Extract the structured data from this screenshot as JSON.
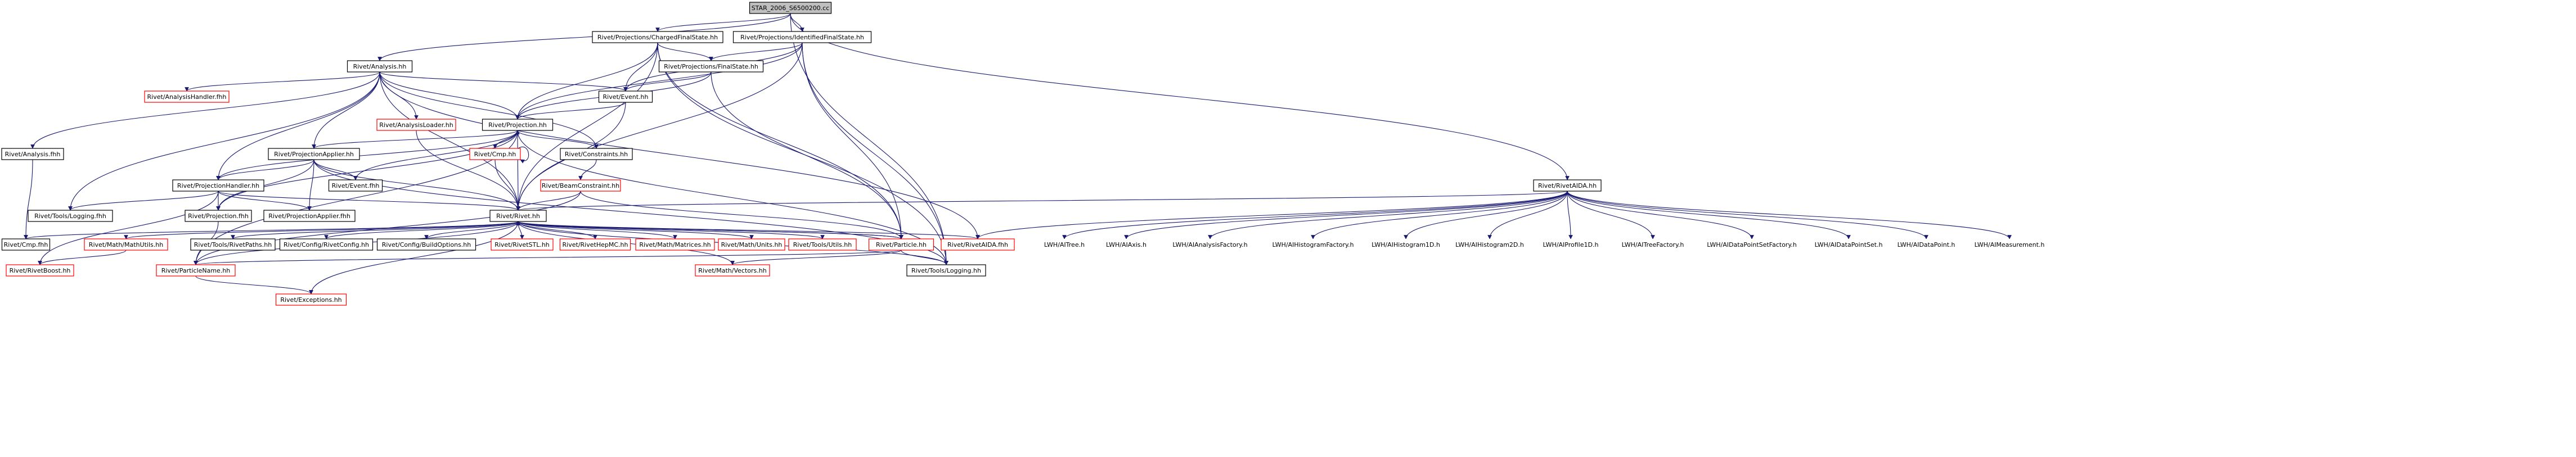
{
  "diagram": {
    "type": "include-dependency-graph",
    "colors": {
      "root_fill": "#bfbfbf",
      "node_fill": "#ffffff",
      "documented_border": "#000000",
      "undocumented_border": "#ff0000",
      "edge": "#191970"
    },
    "nodes": [
      {
        "id": "root",
        "label": "STAR_2006_S6500200.cc",
        "style": "root"
      },
      {
        "id": "chargedfs",
        "label": "Rivet/Projections/ChargedFinalState.hh",
        "style": "black"
      },
      {
        "id": "identifiedfs",
        "label": "Rivet/Projections/IdentifiedFinalState.hh",
        "style": "black"
      },
      {
        "id": "analysis",
        "label": "Rivet/Analysis.hh",
        "style": "black"
      },
      {
        "id": "finalstate",
        "label": "Rivet/Projections/FinalState.hh",
        "style": "black"
      },
      {
        "id": "event",
        "label": "Rivet/Event.hh",
        "style": "black"
      },
      {
        "id": "analysisfhh",
        "label": "Rivet/Analysis.fhh",
        "style": "black"
      },
      {
        "id": "analysishandlerfhh",
        "label": "Rivet/AnalysisHandler.fhh",
        "style": "red"
      },
      {
        "id": "analysisloader",
        "label": "Rivet/AnalysisLoader.hh",
        "style": "red"
      },
      {
        "id": "projection",
        "label": "Rivet/Projection.hh",
        "style": "black"
      },
      {
        "id": "rivetaida",
        "label": "Rivet/RivetAIDA.hh",
        "style": "black"
      },
      {
        "id": "projapplier",
        "label": "Rivet/ProjectionApplier.hh",
        "style": "black"
      },
      {
        "id": "cmphh",
        "label": "Rivet/Cmp.hh",
        "style": "red"
      },
      {
        "id": "constraints",
        "label": "Rivet/Constraints.hh",
        "style": "black"
      },
      {
        "id": "projhandler",
        "label": "Rivet/ProjectionHandler.hh",
        "style": "black"
      },
      {
        "id": "eventfhh",
        "label": "Rivet/Event.fhh",
        "style": "black"
      },
      {
        "id": "beamconstraint",
        "label": "Rivet/BeamConstraint.hh",
        "style": "red"
      },
      {
        "id": "toolsloggingfhh",
        "label": "Rivet/Tools/Logging.fhh",
        "style": "black"
      },
      {
        "id": "projectionfhh",
        "label": "Rivet/Projection.fhh",
        "style": "black"
      },
      {
        "id": "projapplierfhh",
        "label": "Rivet/ProjectionApplier.fhh",
        "style": "black"
      },
      {
        "id": "rivethh",
        "label": "Rivet/Rivet.hh",
        "style": "black"
      },
      {
        "id": "cmpfhh",
        "label": "Rivet/Cmp.fhh",
        "style": "black"
      },
      {
        "id": "mathutils",
        "label": "Rivet/Math/MathUtils.hh",
        "style": "red"
      },
      {
        "id": "rivetpaths",
        "label": "Rivet/Tools/RivetPaths.hh",
        "style": "black"
      },
      {
        "id": "configrivet",
        "label": "Rivet/Config/RivetConfig.hh",
        "style": "black"
      },
      {
        "id": "configbuild",
        "label": "Rivet/Config/BuildOptions.hh",
        "style": "black"
      },
      {
        "id": "rivetstl",
        "label": "Rivet/RivetSTL.hh",
        "style": "red"
      },
      {
        "id": "rivethepmc",
        "label": "Rivet/RivetHepMC.hh",
        "style": "red"
      },
      {
        "id": "mathmatrices",
        "label": "Rivet/Math/Matrices.hh",
        "style": "red"
      },
      {
        "id": "mathunits",
        "label": "Rivet/Math/Units.hh",
        "style": "red"
      },
      {
        "id": "toolsutils",
        "label": "Rivet/Tools/Utils.hh",
        "style": "red"
      },
      {
        "id": "particle",
        "label": "Rivet/Particle.hh",
        "style": "red"
      },
      {
        "id": "rivetaidafhh",
        "label": "Rivet/RivetAIDA.fhh",
        "style": "red"
      },
      {
        "id": "rivetboost",
        "label": "Rivet/RivetBoost.hh",
        "style": "red"
      },
      {
        "id": "particlename",
        "label": "Rivet/ParticleName.hh",
        "style": "red"
      },
      {
        "id": "mathvectors",
        "label": "Rivet/Math/Vectors.hh",
        "style": "red"
      },
      {
        "id": "toolslogginghh",
        "label": "Rivet/Tools/Logging.hh",
        "style": "black"
      },
      {
        "id": "exceptions",
        "label": "Rivet/Exceptions.hh",
        "style": "red"
      },
      {
        "id": "itree",
        "label": "LWH/AITree.h",
        "style": "plain"
      },
      {
        "id": "iaxis",
        "label": "LWH/AIAxis.h",
        "style": "plain"
      },
      {
        "id": "ianalysisfactory",
        "label": "LWH/AIAnalysisFactory.h",
        "style": "plain"
      },
      {
        "id": "ihistfactory",
        "label": "LWH/AIHistogramFactory.h",
        "style": "plain"
      },
      {
        "id": "ihist1d",
        "label": "LWH/AIHistogram1D.h",
        "style": "plain"
      },
      {
        "id": "ihist2d",
        "label": "LWH/AIHistogram2D.h",
        "style": "plain"
      },
      {
        "id": "iprofile1d",
        "label": "LWH/AIProfile1D.h",
        "style": "plain"
      },
      {
        "id": "itreefactory",
        "label": "LWH/AITreeFactory.h",
        "style": "plain"
      },
      {
        "id": "idpsfactory",
        "label": "LWH/AIDataPointSetFactory.h",
        "style": "plain"
      },
      {
        "id": "idpset",
        "label": "LWH/AIDataPointSet.h",
        "style": "plain"
      },
      {
        "id": "idatapoint",
        "label": "LWH/AIDataPoint.h",
        "style": "plain"
      },
      {
        "id": "imeasurement",
        "label": "LWH/AIMeasurement.h",
        "style": "plain"
      }
    ],
    "edges": [
      [
        "root",
        "analysis"
      ],
      [
        "root",
        "chargedfs"
      ],
      [
        "root",
        "identifiedfs"
      ],
      [
        "root",
        "rivetaida"
      ],
      [
        "root",
        "toolslogginghh"
      ],
      [
        "chargedfs",
        "finalstate"
      ],
      [
        "chargedfs",
        "event"
      ],
      [
        "chargedfs",
        "projection"
      ],
      [
        "chargedfs",
        "rivethh"
      ],
      [
        "chargedfs",
        "particle"
      ],
      [
        "chargedfs",
        "toolslogginghh"
      ],
      [
        "identifiedfs",
        "finalstate"
      ],
      [
        "identifiedfs",
        "event"
      ],
      [
        "identifiedfs",
        "projection"
      ],
      [
        "identifiedfs",
        "rivethh"
      ],
      [
        "identifiedfs",
        "particle"
      ],
      [
        "identifiedfs",
        "toolslogginghh"
      ],
      [
        "finalstate",
        "event"
      ],
      [
        "finalstate",
        "projection"
      ],
      [
        "finalstate",
        "particle"
      ],
      [
        "analysis",
        "analysisfhh"
      ],
      [
        "analysis",
        "analysishandlerfhh"
      ],
      [
        "analysis",
        "analysisloader"
      ],
      [
        "analysis",
        "event"
      ],
      [
        "analysis",
        "projection"
      ],
      [
        "analysis",
        "projapplier"
      ],
      [
        "analysis",
        "projhandler"
      ],
      [
        "analysis",
        "constraints"
      ],
      [
        "analysis",
        "rivethh"
      ],
      [
        "analysis",
        "rivetaidafhh"
      ],
      [
        "analysis",
        "toolsloggingfhh"
      ],
      [
        "analysisfhh",
        "cmpfhh"
      ],
      [
        "analysisloader",
        "rivethh"
      ],
      [
        "event",
        "projection"
      ],
      [
        "event",
        "rivethh"
      ],
      [
        "projection",
        "projapplier"
      ],
      [
        "projection",
        "projhandler"
      ],
      [
        "projection",
        "cmphh"
      ],
      [
        "projection",
        "constraints"
      ],
      [
        "projection",
        "eventfhh"
      ],
      [
        "projection",
        "projectionfhh"
      ],
      [
        "projection",
        "rivethh"
      ],
      [
        "projection",
        "particlename"
      ],
      [
        "projection",
        "toolslogginghh"
      ],
      [
        "cmphh",
        "projection"
      ],
      [
        "cmphh",
        "cmphh"
      ],
      [
        "cmphh",
        "rivethh"
      ],
      [
        "constraints",
        "beamconstraint"
      ],
      [
        "beamconstraint",
        "rivethh"
      ],
      [
        "beamconstraint",
        "particlename"
      ],
      [
        "beamconstraint",
        "particle"
      ],
      [
        "projapplier",
        "projhandler"
      ],
      [
        "projapplier",
        "projectionfhh"
      ],
      [
        "projapplier",
        "projapplierfhh"
      ],
      [
        "projapplier",
        "eventfhh"
      ],
      [
        "projapplier",
        "rivethh"
      ],
      [
        "projapplier",
        "toolslogginghh"
      ],
      [
        "projhandler",
        "toolsloggingfhh"
      ],
      [
        "projhandler",
        "projectionfhh"
      ],
      [
        "projhandler",
        "projapplierfhh"
      ],
      [
        "projhandler",
        "rivethh"
      ],
      [
        "projhandler",
        "rivetboost"
      ],
      [
        "projectionfhh",
        "particlename"
      ],
      [
        "rivetaida",
        "rivethh"
      ],
      [
        "rivetaida",
        "rivetaidafhh"
      ],
      [
        "rivetaida",
        "itree"
      ],
      [
        "rivetaida",
        "iaxis"
      ],
      [
        "rivetaida",
        "ianalysisfactory"
      ],
      [
        "rivetaida",
        "ihistfactory"
      ],
      [
        "rivetaida",
        "ihist1d"
      ],
      [
        "rivetaida",
        "ihist2d"
      ],
      [
        "rivetaida",
        "iprofile1d"
      ],
      [
        "rivetaida",
        "itreefactory"
      ],
      [
        "rivetaida",
        "idpsfactory"
      ],
      [
        "rivetaida",
        "idpset"
      ],
      [
        "rivetaida",
        "idatapoint"
      ],
      [
        "rivetaida",
        "imeasurement"
      ],
      [
        "rivethh",
        "cmpfhh"
      ],
      [
        "rivethh",
        "mathutils"
      ],
      [
        "rivethh",
        "rivetpaths"
      ],
      [
        "rivethh",
        "configrivet"
      ],
      [
        "rivethh",
        "configbuild"
      ],
      [
        "rivethh",
        "rivetstl"
      ],
      [
        "rivethh",
        "rivethepmc"
      ],
      [
        "rivethh",
        "mathmatrices"
      ],
      [
        "rivethh",
        "mathunits"
      ],
      [
        "rivethh",
        "toolsutils"
      ],
      [
        "rivethh",
        "particle"
      ],
      [
        "rivethh",
        "rivetaidafhh"
      ],
      [
        "rivethh",
        "exceptions"
      ],
      [
        "rivethh",
        "mathvectors"
      ],
      [
        "rivethh",
        "toolslogginghh"
      ],
      [
        "rivethh",
        "particlename"
      ],
      [
        "mathutils",
        "rivetboost"
      ],
      [
        "particle",
        "particlename"
      ],
      [
        "particle",
        "mathvectors"
      ],
      [
        "particle",
        "toolslogginghh"
      ],
      [
        "particle",
        "rivethh"
      ],
      [
        "particlename",
        "exceptions"
      ]
    ]
  }
}
